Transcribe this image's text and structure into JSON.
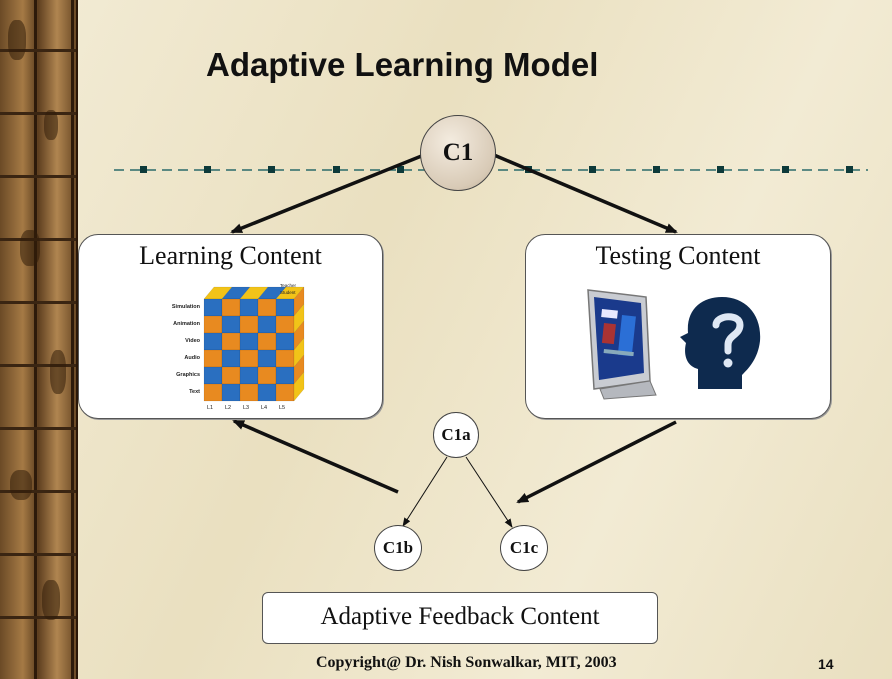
{
  "slide": {
    "title": "Adaptive Learning Model",
    "copyright": "Copyright@ Dr. Nish Sonwalkar, MIT, 2003",
    "page_number": "14"
  },
  "nodes": {
    "c1": "C1",
    "c1a": "C1a",
    "c1b": "C1b",
    "c1c": "C1c"
  },
  "panels": {
    "learning": "Learning Content",
    "testing": "Testing Content",
    "feedback": "Adaptive Feedback Content"
  },
  "cube": {
    "rows": [
      "Simulation",
      "Animation",
      "Video",
      "Audio",
      "Graphics",
      "Text"
    ],
    "columns": [
      "L1",
      "L2",
      "L3",
      "L4",
      "L5"
    ],
    "depth_labels": [
      "Teacher",
      "Student"
    ]
  },
  "colors": {
    "background": "#efe6c9",
    "dashed_line": "#2a6a6a",
    "cube_blue": "#2a6fc0",
    "cube_orange": "#e88a20",
    "cube_yellow": "#f2c318"
  },
  "icons": {
    "monitor": "computer-monitor-icon",
    "head": "question-head-icon"
  }
}
